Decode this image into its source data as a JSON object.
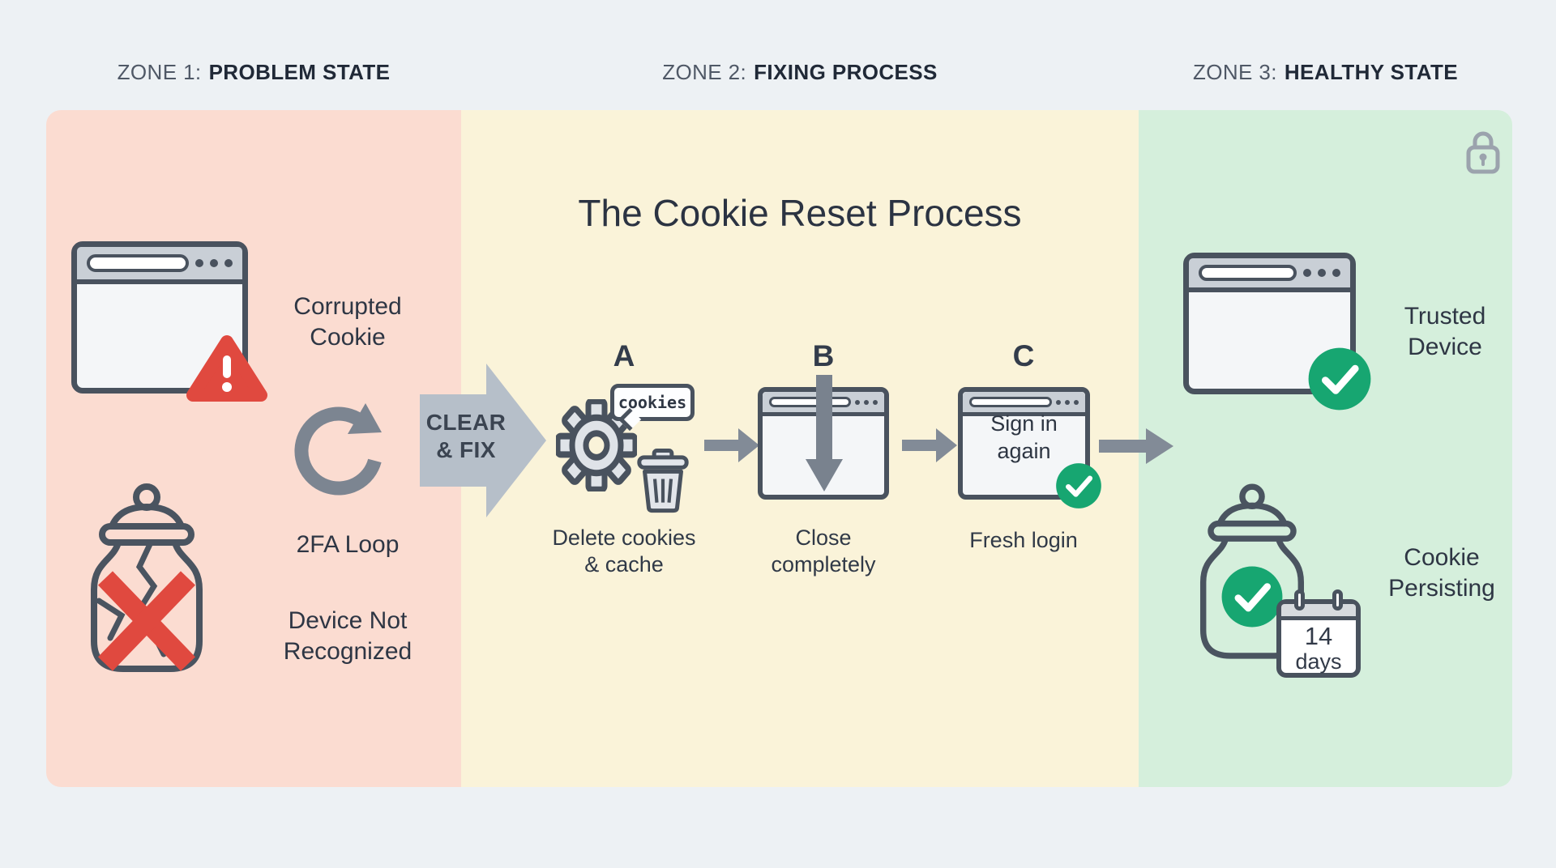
{
  "colors": {
    "background": "#edf1f4",
    "zone1_bg": "#fbdcd1",
    "zone2_bg": "#faf3d9",
    "zone3_bg": "#d5efdc",
    "accent_red": "#e0493f",
    "accent_green": "#17a671",
    "outline_slate": "#49525e",
    "arrow_gray": "#828b97",
    "transition_arrow_fill": "#b6bfc9",
    "text_dark": "#2d3542"
  },
  "icons": {
    "warning": "triangle-exclamation",
    "refresh": "circular-loop-arrow",
    "jar_broken": "cracked-cookie-jar-with-x",
    "jar_ok": "cookie-jar",
    "gear": "settings-gear",
    "trash": "trash-can",
    "browser": "browser-window",
    "check": "green-check-circle",
    "lock": "padlock",
    "calendar": "calendar-page",
    "arrow": "right-arrow"
  },
  "header": {
    "zones": [
      {
        "prefix": "ZONE 1:",
        "title": "PROBLEM STATE"
      },
      {
        "prefix": "ZONE 2:",
        "title": "FIXING PROCESS"
      },
      {
        "prefix": "ZONE 3:",
        "title": "HEALTHY STATE"
      }
    ]
  },
  "zone1": {
    "corrupted_cookie": "Corrupted Cookie",
    "loop": "2FA Loop",
    "device": "Device Not Recognized"
  },
  "transition": {
    "line1": "CLEAR",
    "line2": "& FIX"
  },
  "zone2": {
    "title": "The Cookie Reset Process",
    "steps": [
      {
        "letter": "A",
        "label": "Delete cookies & cache",
        "bubble": "cookies"
      },
      {
        "letter": "B",
        "label": "Close completely"
      },
      {
        "letter": "C",
        "label": "Fresh login",
        "browser_text": "Sign in again"
      }
    ]
  },
  "zone3": {
    "trusted": "Trusted Device",
    "persisting": "Cookie Persisting",
    "calendar_value": "14",
    "calendar_unit": "days"
  }
}
